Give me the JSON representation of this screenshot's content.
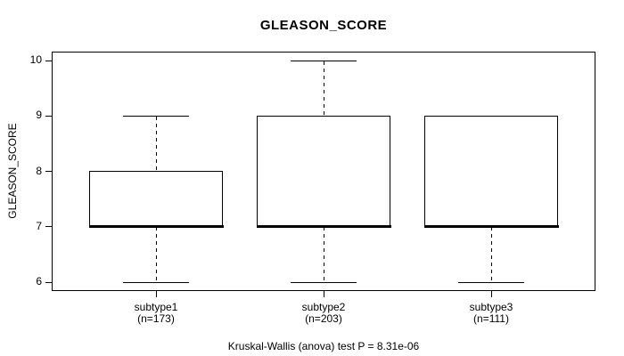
{
  "chart_data": {
    "type": "boxplot",
    "title": "GLEASON_SCORE",
    "ylabel": "GLEASON_SCORE",
    "caption": "Kruskal-Wallis (anova) test P = 8.31e-06",
    "ylim": [
      6,
      10
    ],
    "yticks": [
      10,
      9,
      8,
      7,
      6
    ],
    "grid": false,
    "legend": false,
    "groups": [
      {
        "label": "subtype1",
        "n_label": "(n=173)",
        "n": 173,
        "whisker_low": 6,
        "q1": 7,
        "median": 7,
        "q3": 8,
        "whisker_high": 9
      },
      {
        "label": "subtype2",
        "n_label": "(n=203)",
        "n": 203,
        "whisker_low": 6,
        "q1": 7,
        "median": 7,
        "q3": 9,
        "whisker_high": 10
      },
      {
        "label": "subtype3",
        "n_label": "(n=111)",
        "n": 111,
        "whisker_low": 6,
        "q1": 7,
        "median": 7,
        "q3": 9,
        "whisker_high": 9
      }
    ],
    "colors": {
      "line": "#000000",
      "background": "#ffffff",
      "box_fill": "#ffffff"
    }
  }
}
